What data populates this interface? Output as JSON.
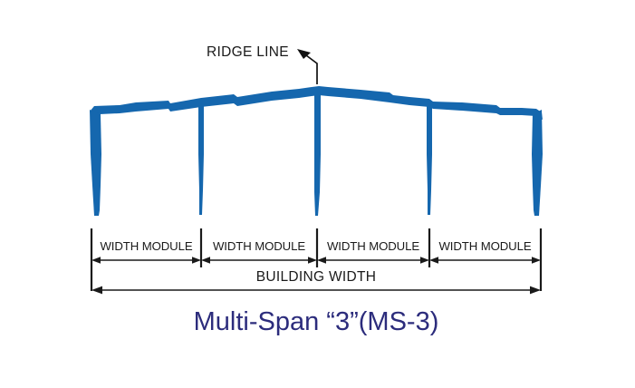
{
  "diagram": {
    "title": "Multi-Span “3”(MS-3)",
    "frame_color": "#1567ae",
    "title_color": "#2c2c7c",
    "annotation_color": "#1a1a1a",
    "background_color": "#ffffff",
    "callouts": {
      "ridge_line": "RIDGE LINE"
    },
    "dimensions": {
      "overall_label": "BUILDING WIDTH",
      "modules": [
        {
          "label": "WIDTH MODULE"
        },
        {
          "label": "WIDTH MODULE"
        },
        {
          "label": "WIDTH MODULE"
        },
        {
          "label": "WIDTH MODULE"
        }
      ]
    }
  }
}
